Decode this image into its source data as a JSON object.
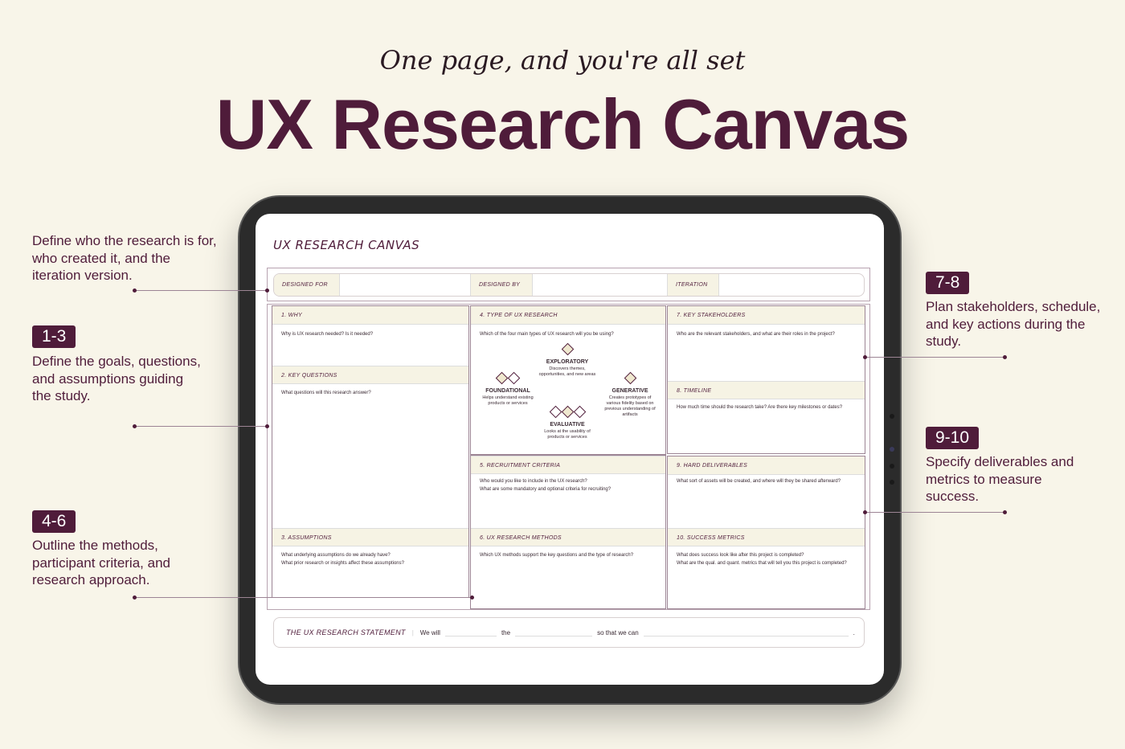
{
  "subtitle": "One page, and you're all set",
  "title": "UX Research Canvas",
  "canvas": {
    "title": "UX RESEARCH CANVAS",
    "header": {
      "designed_for": "DESIGNED FOR",
      "designed_by": "DESIGNED BY",
      "iteration": "ITERATION"
    },
    "sections": {
      "why": {
        "label": "1. WHY",
        "q": "Why is UX research needed? Is it needed?"
      },
      "key_questions": {
        "label": "2. KEY QUESTIONS",
        "q": "What questions will this research answer?"
      },
      "assumptions": {
        "label": "3. ASSUMPTIONS",
        "q1": "What underlying assumptions do we already have?",
        "q2": "What prior research or insights affect these assumptions?"
      },
      "type": {
        "label": "4. TYPE OF UX RESEARCH",
        "q": "Which of the four main types of UX research will you be using?",
        "types": [
          {
            "name": "EXPLORATORY",
            "desc": "Discovers themes, opportunities, and new areas"
          },
          {
            "name": "FOUNDATIONAL",
            "desc": "Helps understand existing products or services"
          },
          {
            "name": "GENERATIVE",
            "desc": "Creates prototypes of various fidelity based on previous understanding of artifacts"
          },
          {
            "name": "EVALUATIVE",
            "desc": "Looks at the usability of products or services"
          }
        ]
      },
      "recruitment": {
        "label": "5. RECRUITMENT CRITERIA",
        "q1": "Who would you like to include in the UX research?",
        "q2": "What are some mandatory and optional criteria for recruiting?"
      },
      "methods": {
        "label": "6. UX RESEARCH METHODS",
        "q": "Which UX methods support the key questions and the type of research?"
      },
      "stakeholders": {
        "label": "7. KEY STAKEHOLDERS",
        "q": "Who are the relevant stakeholders, and what are their roles in the project?"
      },
      "timeline": {
        "label": "8. TIMELINE",
        "q": "How much time should the research take? Are there key milestones or dates?"
      },
      "deliverables": {
        "label": "9. HARD DELIVERABLES",
        "q": "What sort of assets will be created, and where will they be shared afterward?"
      },
      "metrics": {
        "label": "10. SUCCESS METRICS",
        "q1": "What does success look like after this project is completed?",
        "q2": "What are the qual. and quant. metrics that will tell you this project is completed?"
      }
    },
    "statement": {
      "label": "THE UX RESEARCH STATEMENT",
      "sep": "|",
      "w1": "We will",
      "w2": "the",
      "w3": "so that we can",
      "end": "."
    }
  },
  "annotations": [
    {
      "badge": "",
      "text": "Define who the research is for, who created it, and the iteration version."
    },
    {
      "badge": "1-3",
      "text": "Define the goals, questions, and assumptions guiding the study."
    },
    {
      "badge": "4-6",
      "text": "Outline the methods, participant criteria, and research approach."
    },
    {
      "badge": "7-8",
      "text": "Plan stakeholders, schedule, and key actions during the study."
    },
    {
      "badge": "9-10",
      "text": "Specify deliverables and metrics to measure success."
    }
  ]
}
